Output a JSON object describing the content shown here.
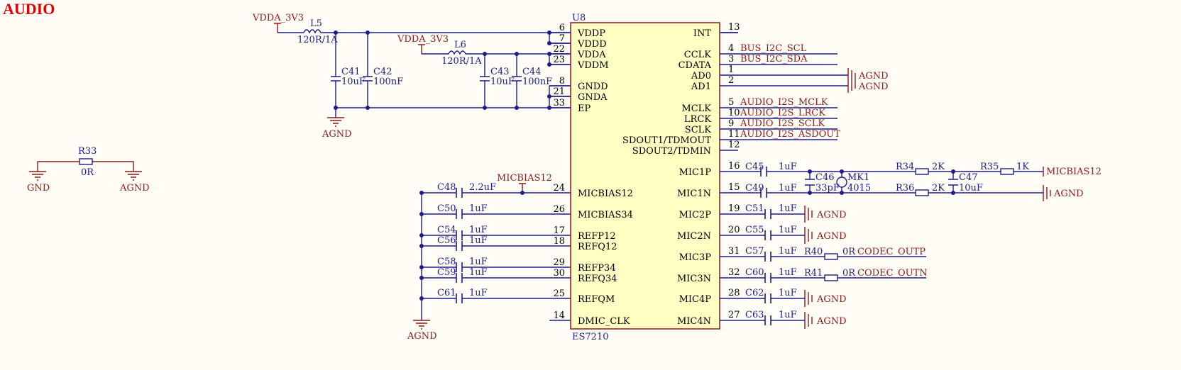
{
  "title": "AUDIO",
  "chip": {
    "ref": "U8",
    "part": "ES7210",
    "left_pins": [
      {
        "num": "6",
        "name": "VDDP"
      },
      {
        "num": "7",
        "name": "VDDD"
      },
      {
        "num": "22",
        "name": "VDDA"
      },
      {
        "num": "23",
        "name": "VDDM"
      },
      {
        "num": "8",
        "name": "GNDD"
      },
      {
        "num": "21",
        "name": "GNDA"
      },
      {
        "num": "33",
        "name": "EP"
      },
      {
        "num": "24",
        "name": "MICBIAS12"
      },
      {
        "num": "26",
        "name": "MICBIAS34"
      },
      {
        "num": "17",
        "name": "REFP12"
      },
      {
        "num": "18",
        "name": "REFQ12"
      },
      {
        "num": "29",
        "name": "REFP34"
      },
      {
        "num": "30",
        "name": "REFQ34"
      },
      {
        "num": "25",
        "name": "REFQM"
      },
      {
        "num": "14",
        "name": "DMIC_CLK"
      }
    ],
    "right_pins": [
      {
        "num": "13",
        "name": "INT"
      },
      {
        "num": "4",
        "name": "CCLK"
      },
      {
        "num": "3",
        "name": "CDATA"
      },
      {
        "num": "1",
        "name": "AD0"
      },
      {
        "num": "2",
        "name": "AD1"
      },
      {
        "num": "5",
        "name": "MCLK"
      },
      {
        "num": "10",
        "name": "LRCK"
      },
      {
        "num": "9",
        "name": "SCLK"
      },
      {
        "num": "11",
        "name": "SDOUT1/TDMOUT"
      },
      {
        "num": "12",
        "name": "SDOUT2/TDMIN"
      },
      {
        "num": "16",
        "name": "MIC1P"
      },
      {
        "num": "15",
        "name": "MIC1N"
      },
      {
        "num": "19",
        "name": "MIC2P"
      },
      {
        "num": "20",
        "name": "MIC2N"
      },
      {
        "num": "31",
        "name": "MIC3P"
      },
      {
        "num": "32",
        "name": "MIC3N"
      },
      {
        "num": "28",
        "name": "MIC4P"
      },
      {
        "num": "27",
        "name": "MIC4N"
      }
    ]
  },
  "nets": {
    "vdda": "VDDA_3V3",
    "agnd": "AGND",
    "gnd": "GND",
    "micbias12": "MICBIAS12",
    "scl": "BUS_I2C_SCL",
    "sda": "BUS_I2C_SDA",
    "mclk": "AUDIO_I2S_MCLK",
    "lrck": "AUDIO_I2S_LRCK",
    "sclk": "AUDIO_I2S_SCLK",
    "asdout": "AUDIO_I2S_ASDOUT",
    "outp": "CODEC_OUTP",
    "outn": "CODEC_OUTN"
  },
  "parts": {
    "L5": {
      "ref": "L5",
      "val": "120R/1A"
    },
    "L6": {
      "ref": "L6",
      "val": "120R/1A"
    },
    "C41": {
      "ref": "C41",
      "val": "10uF"
    },
    "C42": {
      "ref": "C42",
      "val": "100nF"
    },
    "C43": {
      "ref": "C43",
      "val": "10uF"
    },
    "C44": {
      "ref": "C44",
      "val": "100nF"
    },
    "R33": {
      "ref": "R33",
      "val": "0R"
    },
    "C48": {
      "ref": "C48",
      "val": "2.2uF"
    },
    "C50": {
      "ref": "C50",
      "val": "1uF"
    },
    "C54": {
      "ref": "C54",
      "val": "1uF"
    },
    "C56": {
      "ref": "C56",
      "val": "1uF"
    },
    "C58": {
      "ref": "C58",
      "val": "1uF"
    },
    "C59": {
      "ref": "C59",
      "val": "1uF"
    },
    "C61": {
      "ref": "C61",
      "val": "1uF"
    },
    "C45": {
      "ref": "C45",
      "val": "1uF"
    },
    "C49": {
      "ref": "C49",
      "val": "1uF"
    },
    "C46": {
      "ref": "C46",
      "val": "33pF"
    },
    "MK1": {
      "ref": "MK1",
      "val": "4015"
    },
    "R34": {
      "ref": "R34",
      "val": "2K"
    },
    "R36": {
      "ref": "R36",
      "val": "2K"
    },
    "C47": {
      "ref": "C47",
      "val": "10uF"
    },
    "R35": {
      "ref": "R35",
      "val": "1K"
    },
    "C51": {
      "ref": "C51",
      "val": "1uF"
    },
    "C55": {
      "ref": "C55",
      "val": "1uF"
    },
    "C57": {
      "ref": "C57",
      "val": "1uF"
    },
    "C60": {
      "ref": "C60",
      "val": "1uF"
    },
    "R40": {
      "ref": "R40",
      "val": "0R"
    },
    "R41": {
      "ref": "R41",
      "val": "0R"
    },
    "C62": {
      "ref": "C62",
      "val": "1uF"
    },
    "C63": {
      "ref": "C63",
      "val": "1uF"
    }
  },
  "colors": {
    "wire": "#1c1c8c",
    "net_label": "#8b1a1a",
    "chip_fill": "#ffffc4",
    "title": "#e00000",
    "background": "#fffdf5"
  }
}
